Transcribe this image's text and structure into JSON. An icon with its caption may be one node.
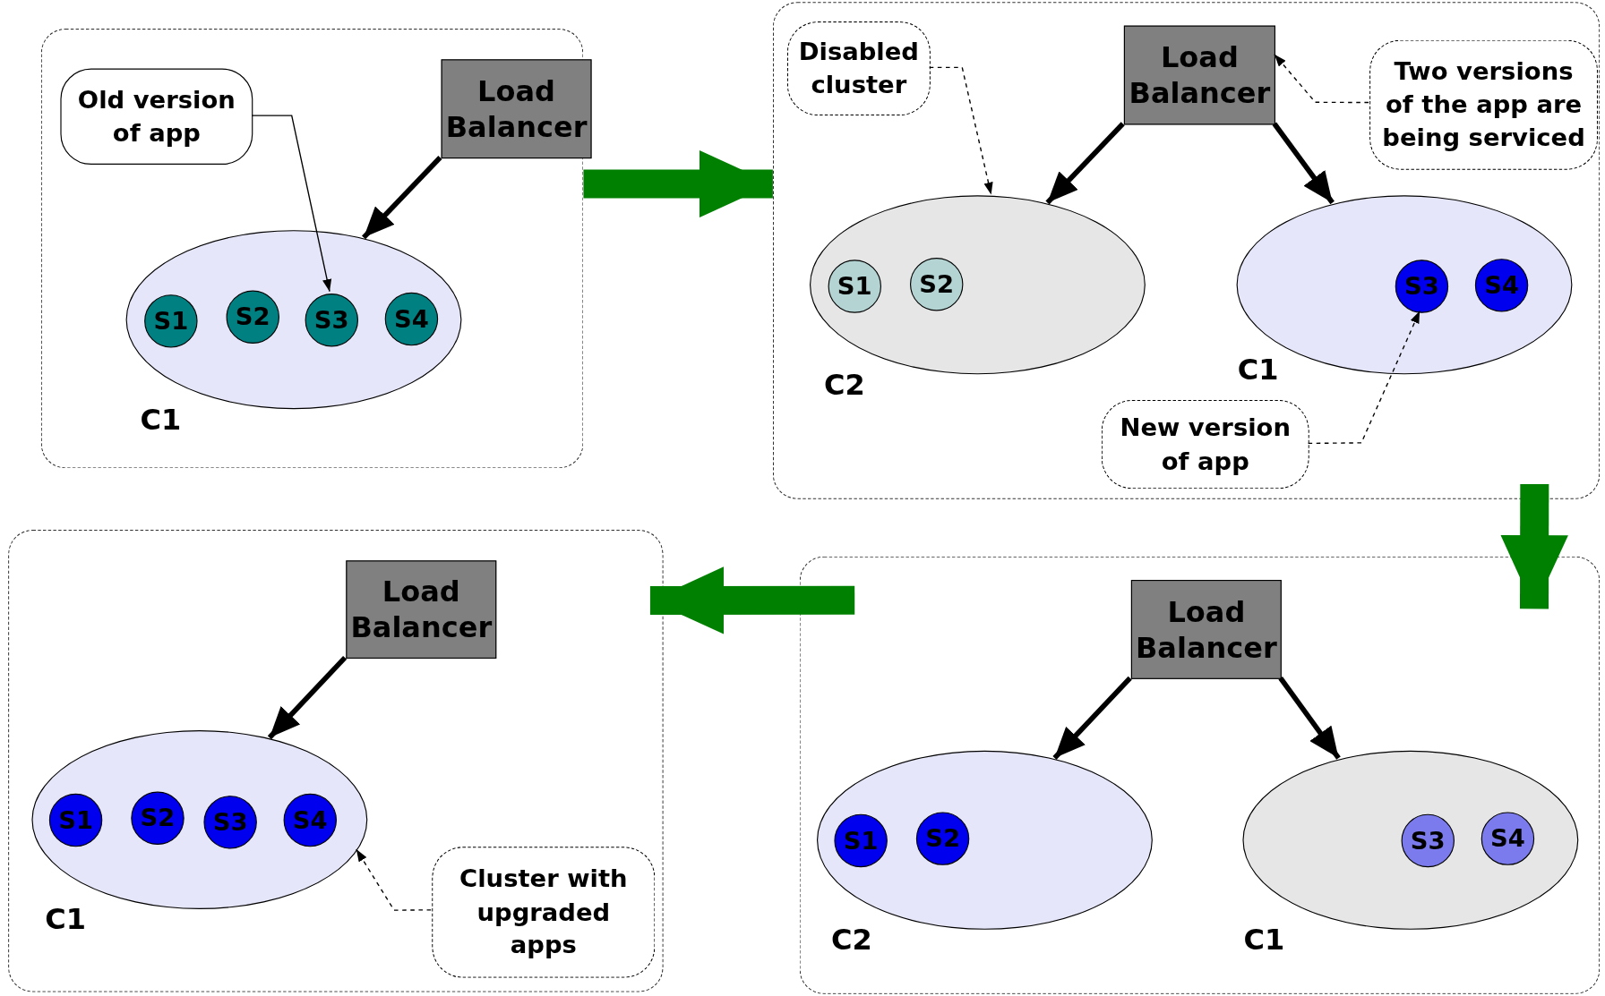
{
  "diagram": {
    "nodes": [
      {
        "text": [],
        "shape": "box"
      },
      {
        "text": [
          "Old version of app"
        ],
        "in": 0
      },
      {
        "text": [
          "Load Balancer"
        ],
        "in": 0
      },
      {
        "text": [
          "C1"
        ],
        "in": 0
      },
      {
        "text": [
          "S1"
        ],
        "in": 3
      },
      {
        "text": [
          "S2"
        ],
        "in": 3
      },
      {
        "text": [
          "S3"
        ],
        "in": 3
      },
      {
        "text": [
          "S4"
        ],
        "in": 3
      },
      {
        "text": [],
        "shape": "box"
      },
      {
        "text": [
          "Disabled cluster"
        ],
        "in": 8
      },
      {
        "text": [
          "Load Balancer"
        ],
        "in": 8
      },
      {
        "text": [
          "Two versions of the app are being serviced"
        ],
        "in": 8
      },
      {
        "text": [
          "C2"
        ],
        "in": 8
      },
      {
        "text": [
          "S1"
        ],
        "in": 12
      },
      {
        "text": [
          "S2"
        ],
        "in": 12
      },
      {
        "text": [
          "C1"
        ],
        "in": 8
      },
      {
        "text": [
          "S3"
        ],
        "in": 15
      },
      {
        "text": [
          "S4"
        ],
        "in": 15
      },
      {
        "text": [
          "New version of app"
        ],
        "in": 8
      },
      {
        "text": [],
        "shape": "box"
      },
      {
        "text": [
          "Load Balancer"
        ],
        "in": 19
      },
      {
        "text": [
          "C1"
        ],
        "in": 19
      },
      {
        "text": [
          "S1"
        ],
        "in": 21
      },
      {
        "text": [
          "S2"
        ],
        "in": 21
      },
      {
        "text": [
          "S3"
        ],
        "in": 21
      },
      {
        "text": [
          "S4"
        ],
        "in": 21
      },
      {
        "text": [
          "Cluster with upgraded apps"
        ],
        "in": 19
      },
      {
        "text": [],
        "shape": "box"
      },
      {
        "text": [
          "Load Balancer"
        ],
        "in": 27
      },
      {
        "text": [
          "C2"
        ],
        "in": 27
      },
      {
        "text": [
          "S1"
        ],
        "in": 29
      },
      {
        "text": [
          "S2"
        ],
        "in": 29
      },
      {
        "text": [
          "C1"
        ],
        "in": 27
      },
      {
        "text": [
          "S3"
        ],
        "in": 32
      },
      {
        "text": [
          "S4"
        ],
        "in": 32
      }
    ],
    "edges": [
      {
        "from": 2,
        "to": 3,
        "arrow": "to"
      },
      {
        "from": 1,
        "to": 6,
        "arrow": "to"
      },
      {
        "from": 0,
        "to": 8,
        "arrow": "to",
        "style": "thick",
        "color": "#008000"
      },
      {
        "from": 10,
        "to": 12,
        "arrow": "to"
      },
      {
        "from": 10,
        "to": 15,
        "arrow": "to"
      },
      {
        "from": 9,
        "to": 12,
        "arrow": "to",
        "style": "dashed"
      },
      {
        "from": 11,
        "to": 10,
        "arrow": "to",
        "style": "dashed"
      },
      {
        "from": 18,
        "to": 16,
        "arrow": "to",
        "style": "dashed"
      },
      {
        "from": 8,
        "to": 27,
        "arrow": "to",
        "style": "thick",
        "color": "#008000"
      },
      {
        "from": 27,
        "to": 19,
        "arrow": "to",
        "style": "thick",
        "color": "#008000"
      },
      {
        "from": 28,
        "to": 29,
        "arrow": "to"
      },
      {
        "from": 28,
        "to": 32,
        "arrow": "to"
      },
      {
        "from": 20,
        "to": 21,
        "arrow": "to"
      },
      {
        "from": 26,
        "to": 21,
        "arrow": "to",
        "style": "dashed"
      }
    ]
  }
}
